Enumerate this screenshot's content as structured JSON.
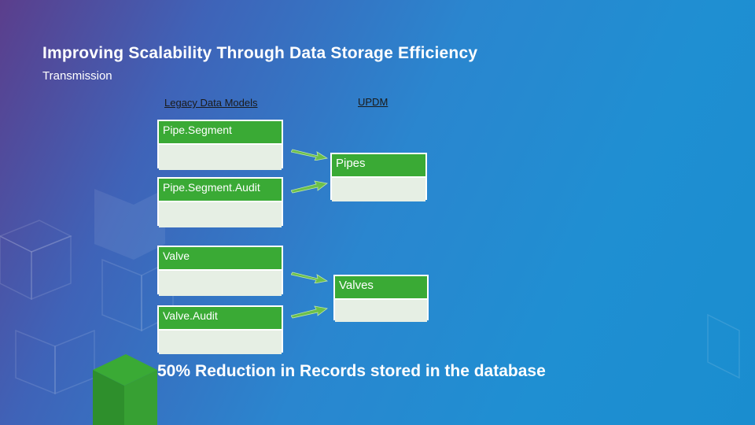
{
  "slide": {
    "title": "Improving Scalability Through Data Storage Efficiency",
    "subtitle": "Transmission"
  },
  "columns": {
    "legacy_label": "Legacy Data Models",
    "updm_label": "UPDM"
  },
  "legacy_tables": [
    {
      "name": "Pipe.Segment"
    },
    {
      "name": "Pipe.Segment.Audit"
    },
    {
      "name": "Valve"
    },
    {
      "name": "Valve.Audit"
    }
  ],
  "updm_tables": [
    {
      "name": "Pipes"
    },
    {
      "name": "Valves"
    }
  ],
  "footer": {
    "percent": "50%",
    "text": "Reduction in Records stored in the database"
  },
  "colors": {
    "header_green": "#3aaa35",
    "cell_fill": "#e6efe4",
    "arrow_green": "#6cc04a"
  }
}
